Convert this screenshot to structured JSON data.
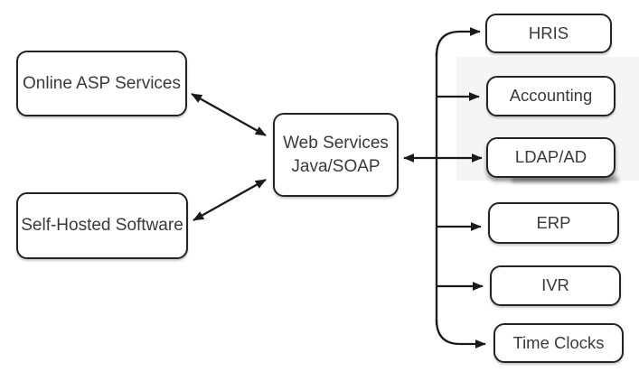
{
  "diagram": {
    "title": "Web services integration diagram",
    "center_node": {
      "id": "web-services",
      "label": "Web Services\nJava/SOAP"
    },
    "left_nodes": [
      {
        "id": "online-asp-services",
        "label": "Online ASP Services"
      },
      {
        "id": "self-hosted-software",
        "label": "Self-Hosted Software"
      }
    ],
    "right_nodes": [
      {
        "id": "hris",
        "label": "HRIS"
      },
      {
        "id": "accounting",
        "label": "Accounting"
      },
      {
        "id": "ldap-ad",
        "label": "LDAP/AD"
      },
      {
        "id": "erp",
        "label": "ERP"
      },
      {
        "id": "ivr",
        "label": "IVR"
      },
      {
        "id": "time-clocks",
        "label": "Time Clocks"
      }
    ],
    "connections": [
      {
        "from": "online-asp-services",
        "to": "web-services",
        "direction": "bidirectional"
      },
      {
        "from": "self-hosted-software",
        "to": "web-services",
        "direction": "bidirectional"
      },
      {
        "from": "web-services",
        "to": "ldap-ad",
        "direction": "bidirectional"
      },
      {
        "from": "web-services",
        "to": "hris",
        "direction": "one-way"
      },
      {
        "from": "web-services",
        "to": "accounting",
        "direction": "one-way"
      },
      {
        "from": "web-services",
        "to": "erp",
        "direction": "one-way"
      },
      {
        "from": "web-services",
        "to": "ivr",
        "direction": "one-way"
      },
      {
        "from": "web-services",
        "to": "time-clocks",
        "direction": "one-way"
      }
    ],
    "colors": {
      "background": "#ffffff",
      "node_fill": "#ffffff",
      "node_border": "#242424",
      "line": "#1a1a1a",
      "text": "#3a3a3a",
      "artifact_gray": "#f5f5f5"
    }
  }
}
